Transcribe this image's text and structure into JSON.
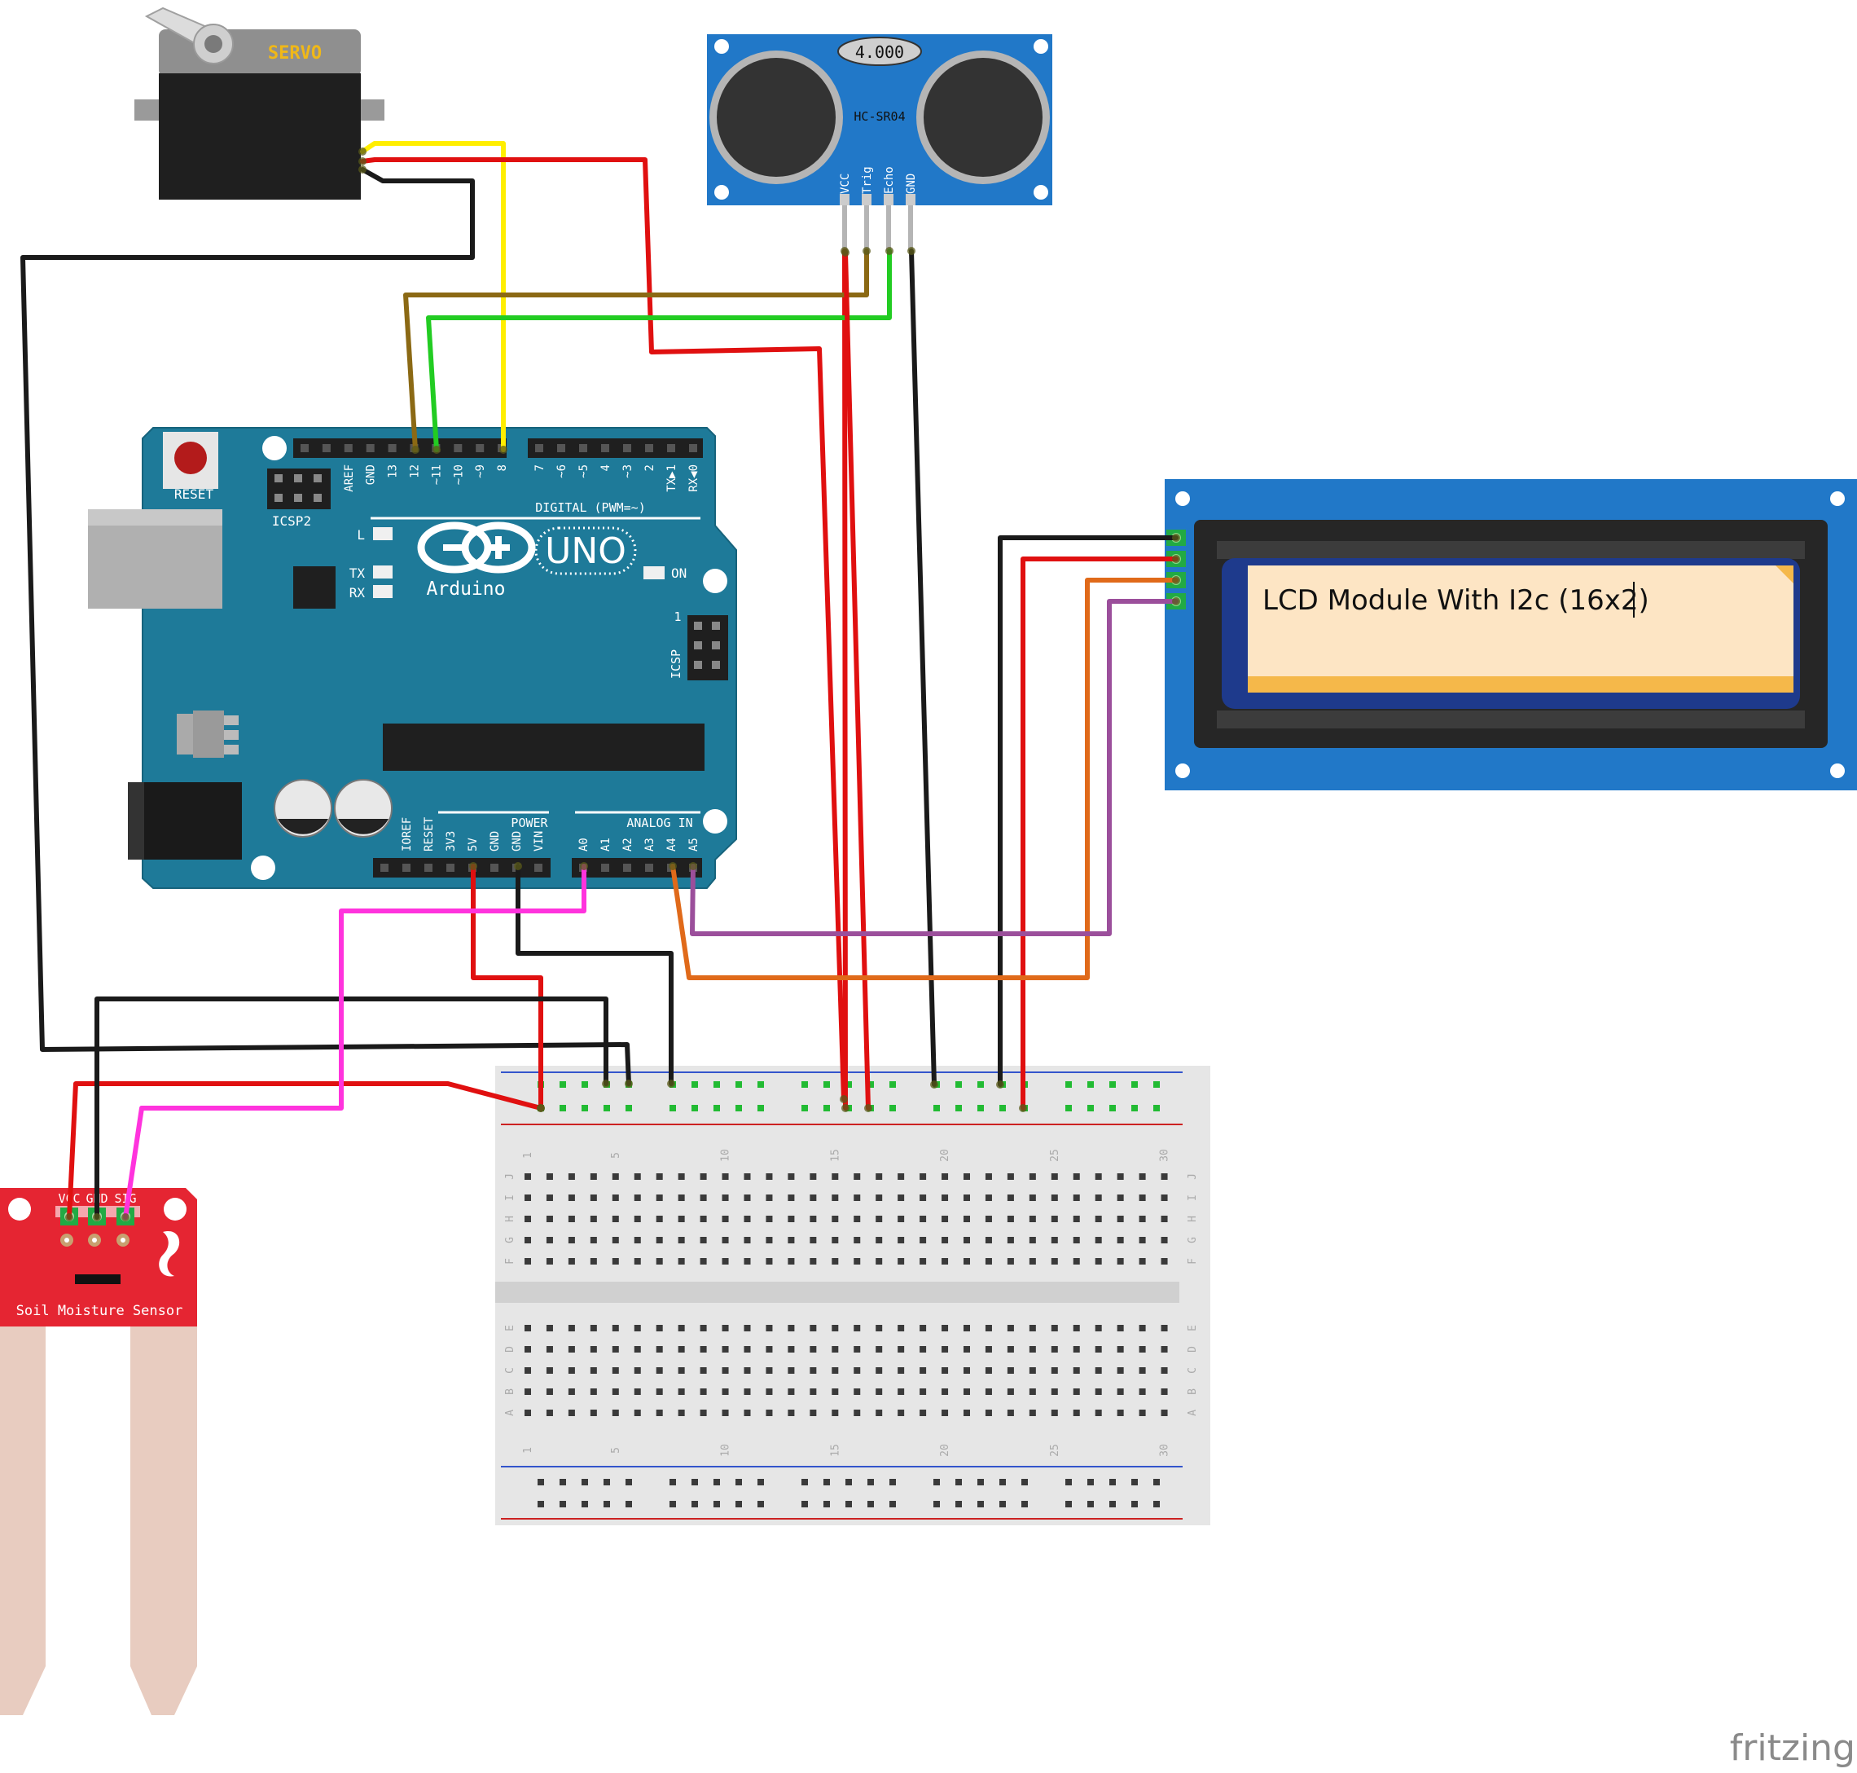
{
  "servo": {
    "label": "SERVO"
  },
  "ultrasonic": {
    "crystal_label": "4.000",
    "model": "HC-SR04",
    "pins": [
      "VCC",
      "Trig",
      "Echo",
      "GND"
    ]
  },
  "arduino": {
    "brand": "Arduino",
    "model": "UNO",
    "reset_label": "RESET",
    "icsp2_label": "ICSP2",
    "icsp_label": "ICSP",
    "icsp_pin1": "1",
    "led_l": "L",
    "led_tx": "TX",
    "led_rx": "RX",
    "led_on": "ON",
    "digital_header": "DIGITAL (PWM=~)",
    "digital_pins": [
      "AREF",
      "GND",
      "13",
      "12",
      "~11",
      "~10",
      "~9",
      "8",
      "7",
      "~6",
      "~5",
      "4",
      "~3",
      "2",
      "TX▶1",
      "RX◀0"
    ],
    "power_header": "POWER",
    "power_pins": [
      "IOREF",
      "RESET",
      "3V3",
      "5V",
      "GND",
      "GND",
      "VIN"
    ],
    "analog_header": "ANALOG IN",
    "analog_pins": [
      "A0",
      "A1",
      "A2",
      "A3",
      "A4",
      "A5"
    ]
  },
  "lcd": {
    "note_text": "LCD Module With I2c (16x2)"
  },
  "soil_sensor": {
    "label": "Soil Moisture Sensor",
    "pins": [
      "VCC",
      "GND",
      "SIG"
    ]
  },
  "breadboard": {
    "column_numbers": [
      "1",
      "5",
      "10",
      "15",
      "20",
      "25",
      "30"
    ],
    "row_letters_top": [
      "J",
      "I",
      "H",
      "G",
      "F"
    ],
    "row_letters_bottom": [
      "E",
      "D",
      "C",
      "B",
      "A"
    ]
  },
  "watermark": {
    "text": "fritzing"
  },
  "colors": {
    "wire_red": "#e01010",
    "wire_black": "#1a1a1a",
    "wire_yellow": "#ffee00",
    "wire_brown": "#8b6914",
    "wire_green": "#22cc22",
    "wire_pink": "#ff33dd",
    "wire_orange": "#e06a1a",
    "wire_purple": "#9b4f9b",
    "arduino_teal": "#1e7a99",
    "module_blue": "#2178c8"
  }
}
